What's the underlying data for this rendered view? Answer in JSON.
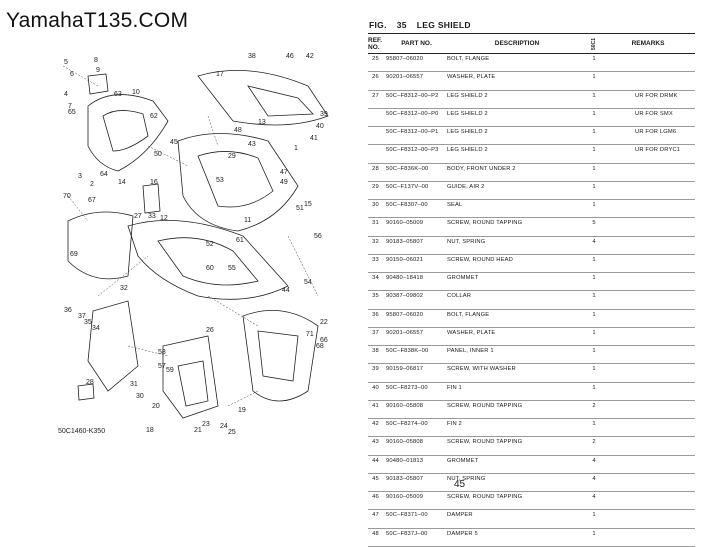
{
  "site_title": "YamahaT135.COM",
  "figure": {
    "fig_label": "FIG.",
    "fig_number": "35",
    "fig_title": "LEG SHIELD"
  },
  "table": {
    "headers": {
      "ref": "REF.\nNO.",
      "part_no": "PART NO.",
      "description": "DESCRIPTION",
      "qty": "50C1",
      "remarks": "REMARKS"
    },
    "rows": [
      {
        "ref": "25",
        "part_no": "95807–06020",
        "description": "BOLT, FLANGE",
        "qty": "1",
        "remarks": ""
      },
      {
        "ref": "26",
        "part_no": "90201–06557",
        "description": "WASHER, PLATE",
        "qty": "1",
        "remarks": ""
      },
      {
        "ref": "27",
        "part_no": "50C–F8312–00–P2",
        "description": "LEG SHIELD 2",
        "qty": "1",
        "remarks": "UR FOR DRMK"
      },
      {
        "ref": "",
        "part_no": "50C–F8312–00–P0",
        "description": "LEG SHIELD 2",
        "qty": "1",
        "remarks": "UR FOR SMX"
      },
      {
        "ref": "",
        "part_no": "50C–F8312–00–P1",
        "description": "LEG SHIELD 2",
        "qty": "1",
        "remarks": "UR FOR LGM6"
      },
      {
        "ref": "",
        "part_no": "50C–F8312–00–P3",
        "description": "LEG SHIELD 2",
        "qty": "1",
        "remarks": "UR FOR DRYC1"
      },
      {
        "ref": "28",
        "part_no": "50C–F836K–00",
        "description": "BODY, FRONT UNDER 2",
        "qty": "1",
        "remarks": ""
      },
      {
        "ref": "29",
        "part_no": "50C–F137V–00",
        "description": "GUIDE, AIR 2",
        "qty": "1",
        "remarks": ""
      },
      {
        "ref": "30",
        "part_no": "50C–F8307–00",
        "description": "SEAL",
        "qty": "1",
        "remarks": ""
      },
      {
        "ref": "31",
        "part_no": "90160–05009",
        "description": "SCREW, ROUND TAPPING",
        "qty": "5",
        "remarks": ""
      },
      {
        "ref": "32",
        "part_no": "90183–05807",
        "description": "NUT, SPRING",
        "qty": "4",
        "remarks": ""
      },
      {
        "ref": "33",
        "part_no": "90150–06021",
        "description": "SCREW, ROUND HEAD",
        "qty": "1",
        "remarks": ""
      },
      {
        "ref": "34",
        "part_no": "90480–18418",
        "description": "GROMMET",
        "qty": "1",
        "remarks": ""
      },
      {
        "ref": "35",
        "part_no": "90387–09802",
        "description": "COLLAR",
        "qty": "1",
        "remarks": ""
      },
      {
        "ref": "36",
        "part_no": "95807–06020",
        "description": "BOLT, FLANGE",
        "qty": "1",
        "remarks": ""
      },
      {
        "ref": "37",
        "part_no": "90201–06557",
        "description": "WASHER, PLATE",
        "qty": "1",
        "remarks": ""
      },
      {
        "ref": "38",
        "part_no": "50C–F838K–00",
        "description": "PANEL, INNER 1",
        "qty": "1",
        "remarks": ""
      },
      {
        "ref": "39",
        "part_no": "90159–06817",
        "description": "SCREW, WITH WASHER",
        "qty": "1",
        "remarks": ""
      },
      {
        "ref": "40",
        "part_no": "50C–F8273–00",
        "description": "FIN 1",
        "qty": "1",
        "remarks": ""
      },
      {
        "ref": "41",
        "part_no": "90160–05808",
        "description": "SCREW, ROUND TAPPING",
        "qty": "2",
        "remarks": ""
      },
      {
        "ref": "42",
        "part_no": "50C–F8274–00",
        "description": "FIN 2",
        "qty": "1",
        "remarks": ""
      },
      {
        "ref": "43",
        "part_no": "90160–05808",
        "description": "SCREW, ROUND TAPPING",
        "qty": "2",
        "remarks": ""
      },
      {
        "ref": "44",
        "part_no": "90480–01813",
        "description": "GROMMET",
        "qty": "4",
        "remarks": ""
      },
      {
        "ref": "45",
        "part_no": "90183–05807",
        "description": "NUT, SPRING",
        "qty": "4",
        "remarks": ""
      },
      {
        "ref": "46",
        "part_no": "90160–05009",
        "description": "SCREW, ROUND TAPPING",
        "qty": "4",
        "remarks": ""
      },
      {
        "ref": "47",
        "part_no": "50C–F8371–00",
        "description": "DAMPER",
        "qty": "1",
        "remarks": ""
      },
      {
        "ref": "48",
        "part_no": "50C–F837J–00",
        "description": "DAMPER 5",
        "qty": "1",
        "remarks": ""
      }
    ]
  },
  "diagram": {
    "callouts": [
      "5",
      "6",
      "8",
      "9",
      "4",
      "7",
      "63",
      "10",
      "65",
      "62",
      "3",
      "2",
      "64",
      "14",
      "70",
      "67",
      "27",
      "33",
      "12",
      "69",
      "32",
      "36",
      "37",
      "35",
      "34",
      "28",
      "31",
      "30",
      "58",
      "57",
      "59",
      "20",
      "21",
      "18",
      "23",
      "24",
      "25",
      "26",
      "19",
      "17",
      "38",
      "46",
      "42",
      "39",
      "40",
      "41",
      "22",
      "66",
      "68",
      "54",
      "44",
      "56",
      "55",
      "60",
      "61",
      "52",
      "47",
      "53",
      "49",
      "51",
      "15",
      "16",
      "11",
      "50",
      "45",
      "43",
      "48",
      "13",
      "1",
      "29",
      "71"
    ],
    "drawing_code": "50C1460-K350"
  },
  "page_number": "45"
}
